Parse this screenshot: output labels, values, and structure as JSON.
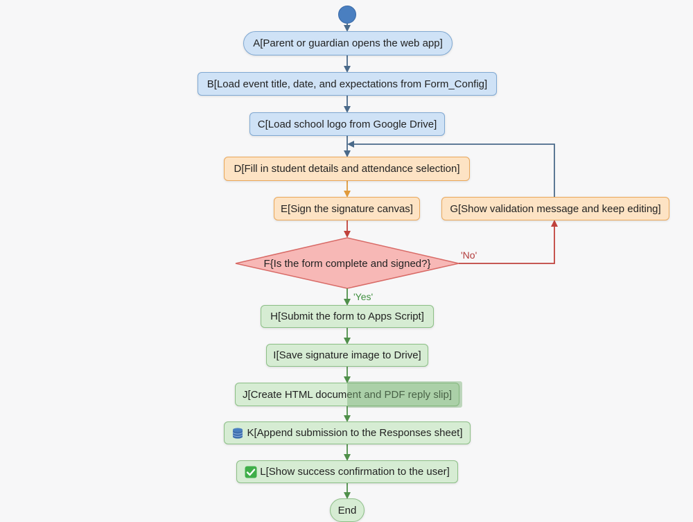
{
  "flowchart": {
    "start": "",
    "nodes": {
      "a": "A[Parent or guardian opens the web app]",
      "b": "B[Load event title, date, and expectations from Form_Config]",
      "c": "C[Load school logo from Google Drive]",
      "d": "D[Fill in student details and attendance selection]",
      "e": "E[Sign the signature canvas]",
      "f": "F{Is the form complete and signed?}",
      "g": "G[Show validation message and keep editing]",
      "h": "H[Submit the form to Apps Script]",
      "i": "I[Save signature image to Drive]",
      "j": "J[Create HTML document and PDF reply slip]",
      "k": "K[Append submission to the Responses sheet]",
      "l": "L[Show success confirmation to the user]",
      "end": "End"
    },
    "edge_labels": {
      "no": "'No'",
      "yes": "'Yes'"
    },
    "icons": {
      "k": "database-icon",
      "l": "check-mark-icon"
    },
    "colors": {
      "blue_fill": "#cfe2f6",
      "orange_fill": "#fde3c4",
      "green_fill": "#d6ecd3",
      "decision_fill": "#f7b8b6",
      "edge_blue": "#4a6a8a",
      "edge_orange": "#e09a3c",
      "edge_red": "#c0423c",
      "edge_green": "#4f8f4a"
    }
  }
}
